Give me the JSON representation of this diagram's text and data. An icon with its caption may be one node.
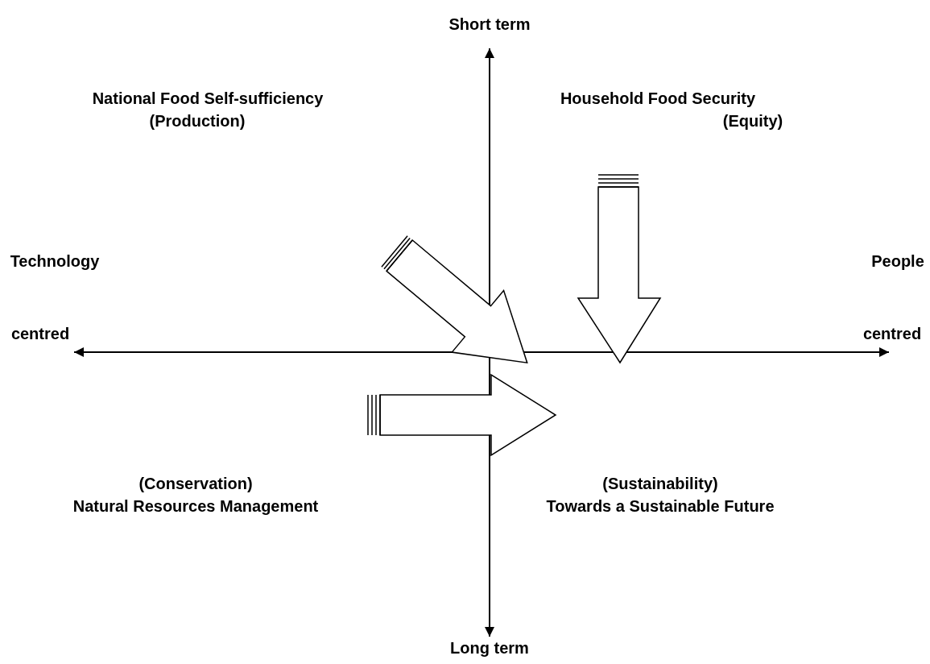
{
  "diagram": {
    "labels": [
      "Short term",
      "National Food Self-sufficiency",
      "Household Food Security",
      "(Production)",
      "(Equity)",
      "Technology",
      "People",
      "centred",
      "centred",
      "(Conservation)",
      "(Sustainability)",
      "Natural Resources Management",
      "Towards a Sustainable Future",
      "Long term"
    ]
  }
}
